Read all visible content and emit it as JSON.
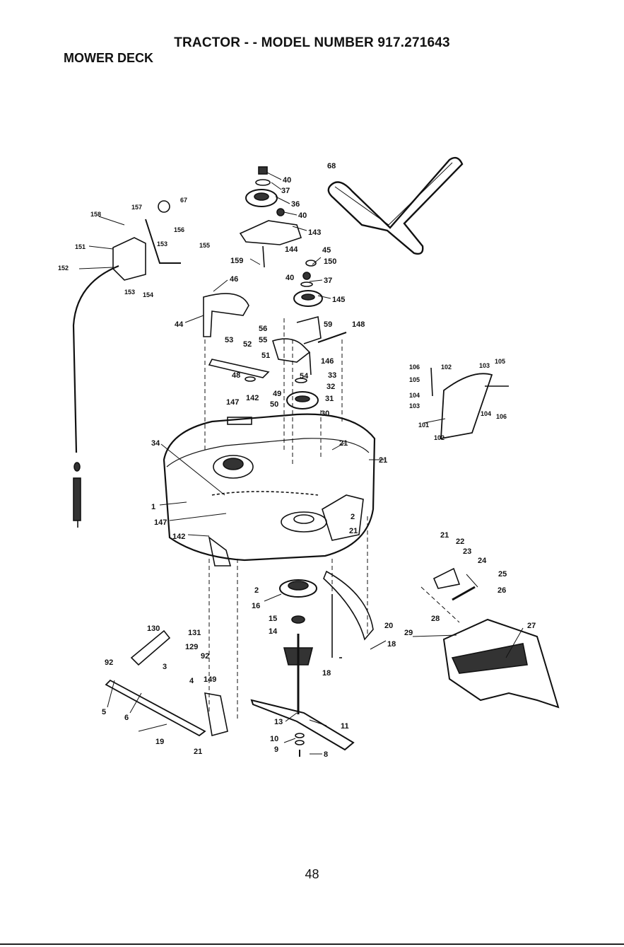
{
  "header": {
    "title": "TRACTOR - - MODEL NUMBER 917.271643",
    "section": "MOWER DECK"
  },
  "page_number": "48",
  "callouts": {
    "p68": "68",
    "p40a": "40",
    "p37a": "37",
    "p36": "36",
    "p40b": "40",
    "p143": "143",
    "p144": "144",
    "p159": "159",
    "p45": "45",
    "p150": "150",
    "p40c": "40",
    "p37b": "37",
    "p145": "145",
    "p158": "158",
    "p157": "157",
    "p67": "67",
    "p156": "156",
    "p151": "151",
    "p153a": "153",
    "p155": "155",
    "p152": "152",
    "p153b": "153",
    "p154": "154",
    "p46": "46",
    "p44": "44",
    "p56": "56",
    "p59": "59",
    "p148": "148",
    "p53": "53",
    "p52": "52",
    "p55": "55",
    "p51": "51",
    "p146": "146",
    "p48": "48",
    "p54": "54",
    "p33": "33",
    "p32": "32",
    "p49": "49",
    "p142a": "142",
    "p147a": "147",
    "p50": "50",
    "p31": "31",
    "p30": "30",
    "p106a": "106",
    "p102a": "102",
    "p103a": "103",
    "p105a": "105",
    "p105b": "105",
    "p104a": "104",
    "p103b": "103",
    "p104b": "104",
    "p106b": "106",
    "p101": "101",
    "p102b": "102",
    "p34": "34",
    "p21a": "21",
    "p21b": "21",
    "p1": "1",
    "p147b": "147",
    "p2a": "2",
    "p21c": "21",
    "p142b": "142",
    "p21d": "21",
    "p22": "22",
    "p23": "23",
    "p24": "24",
    "p25": "25",
    "p26": "26",
    "p2b": "2",
    "p16": "16",
    "p15": "15",
    "p14": "14",
    "p20": "20",
    "p28": "28",
    "p27": "27",
    "p29": "29",
    "p18a": "18",
    "p18b": "18",
    "p130": "130",
    "p131": "131",
    "p129": "129",
    "p92a": "92",
    "p92b": "92",
    "p3": "3",
    "p4": "4",
    "p149": "149",
    "p5": "5",
    "p6": "6",
    "p13": "13",
    "p11": "11",
    "p19": "19",
    "p21e": "21",
    "p10": "10",
    "p9": "9",
    "p8": "8"
  }
}
